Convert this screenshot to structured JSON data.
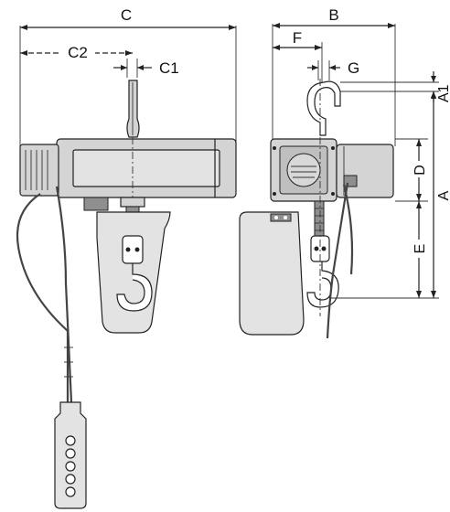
{
  "dimensions": {
    "c": "C",
    "c2": "C2",
    "c1": "C1",
    "b": "B",
    "f": "F",
    "g": "G",
    "a1": "A1",
    "d": "D",
    "a": "A",
    "e": "E"
  }
}
